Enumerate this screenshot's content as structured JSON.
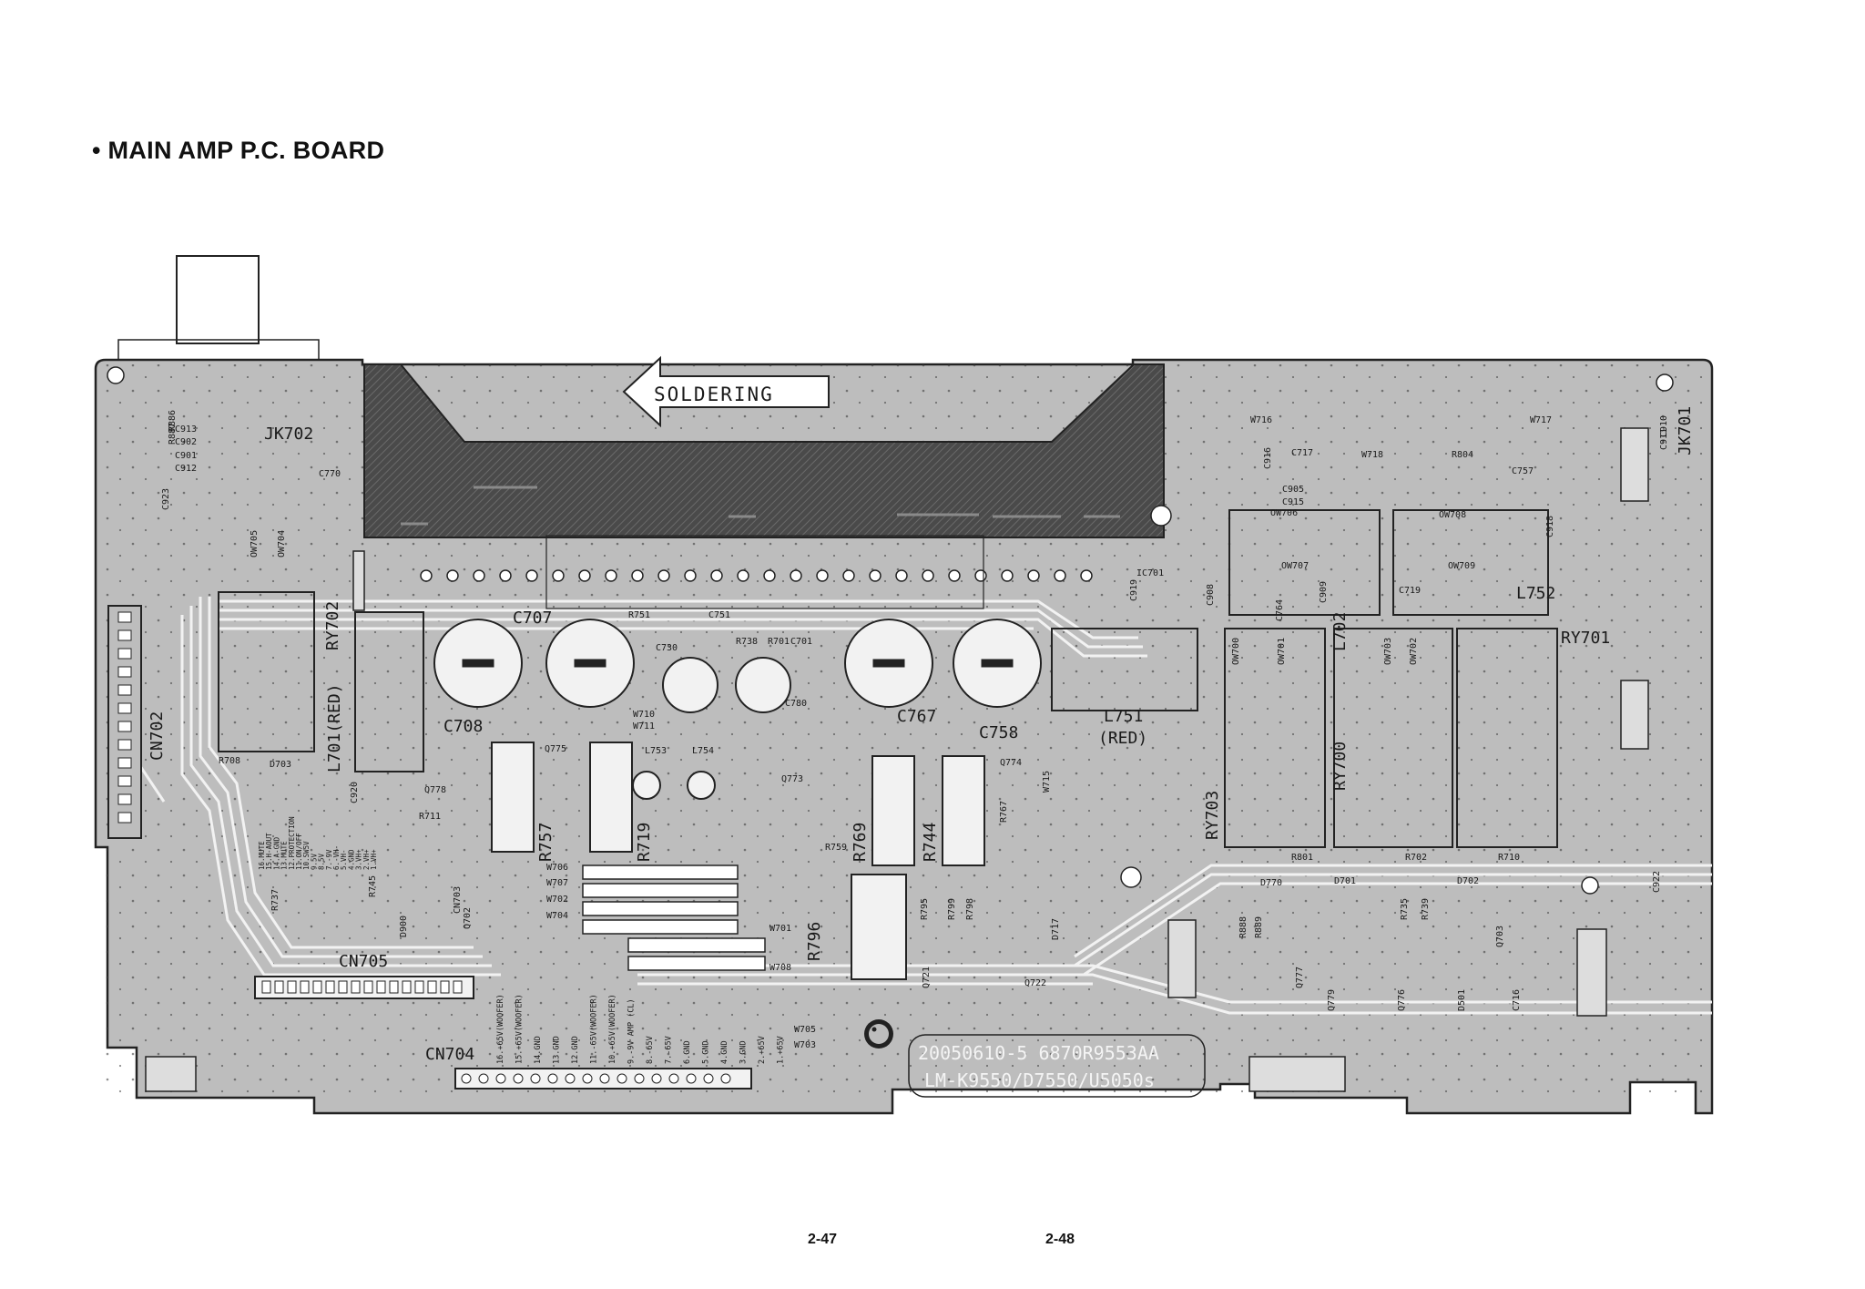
{
  "page": {
    "title": "• MAIN AMP P.C. BOARD",
    "page_left": "2-47",
    "page_right": "2-48"
  },
  "board": {
    "soldering_label": "SOLDERING",
    "version_line1": "20050610-5 6870R9553AA",
    "version_line2": "LM-K9550/D7550/U5050s",
    "colors": {
      "board_fill": "#bfbfbf",
      "board_dark": "#555555",
      "trace": "#f2f2f2",
      "outline": "#222222"
    },
    "labels": {
      "jk702": "JK702",
      "jk701": "JK701",
      "cn702": "CN702",
      "cn705": "CN705",
      "cn704": "CN704",
      "ry702": "RY702",
      "ry701": "RY701",
      "ry700": "RY700",
      "ry703": "RY703",
      "l701": "L701(RED)",
      "l702": "L702",
      "l751": "L751",
      "l751_sub": "(RED)",
      "l752": "L752",
      "c707": "C707",
      "c708": "C708",
      "c767": "C767",
      "c758": "C758",
      "r757": "R757",
      "r719": "R719",
      "r769": "R769",
      "r744": "R744",
      "r796": "R796",
      "ic701": "IC701"
    },
    "small_labels": [
      "C913",
      "C902",
      "C901",
      "C912",
      "C770",
      "C923",
      "OW705",
      "OW704",
      "R708",
      "D703",
      "C920",
      "Q778",
      "R711",
      "R745",
      "D900",
      "Q702",
      "R737",
      "CN703",
      "W706",
      "W707",
      "W702",
      "W704",
      "W710",
      "W711",
      "Q775",
      "L753",
      "L754",
      "C780",
      "Q773",
      "R759",
      "R767",
      "Q774",
      "W715",
      "W716",
      "W718",
      "W717",
      "C910",
      "C911",
      "C757",
      "R804",
      "OW706",
      "OW707",
      "OW708",
      "OW709",
      "C717",
      "C905",
      "C915",
      "C916",
      "C918",
      "C919",
      "C908",
      "C909",
      "C764",
      "C719",
      "OW700",
      "OW701",
      "OW703",
      "OW702",
      "R801",
      "D701",
      "R702",
      "D702",
      "R710",
      "C922",
      "D770",
      "Q777",
      "Q776",
      "Q779",
      "Q703",
      "D501",
      "C716",
      "R795",
      "R799",
      "R798",
      "D717",
      "Q722",
      "Q721",
      "W701",
      "W708",
      "W705",
      "W703",
      "R751",
      "C751",
      "R738",
      "R701",
      "C701",
      "C730",
      "R735",
      "R739",
      "R888",
      "R889",
      "R886",
      "R887"
    ],
    "cn705_pins": [
      "16.MUTE",
      "15.H-AOUT",
      "14.A-GND",
      "13.MUTE",
      "12.PROTECTION",
      "11.ON/OFF",
      "10.SW5V",
      "9.5V",
      "8.5V",
      "7.-9V",
      "6.-VH-",
      "5.VH-",
      "4.GND",
      "3.VH+",
      "2.VH+",
      "1.VH+"
    ],
    "cn704_pins": [
      "16.+65V(WOOFER)",
      "15.+65V(WOOFER)",
      "14.GND",
      "13.GND",
      "12.GND",
      "11.-65V(WOOFER)",
      "10.+65V(WOOFER)",
      "9.-9V AMP (CL)",
      "8.-65V",
      "7.-65V",
      "6.GND",
      "5.GND",
      "4.GND",
      "3.GND",
      "2.+65V",
      "1.+65V"
    ]
  }
}
